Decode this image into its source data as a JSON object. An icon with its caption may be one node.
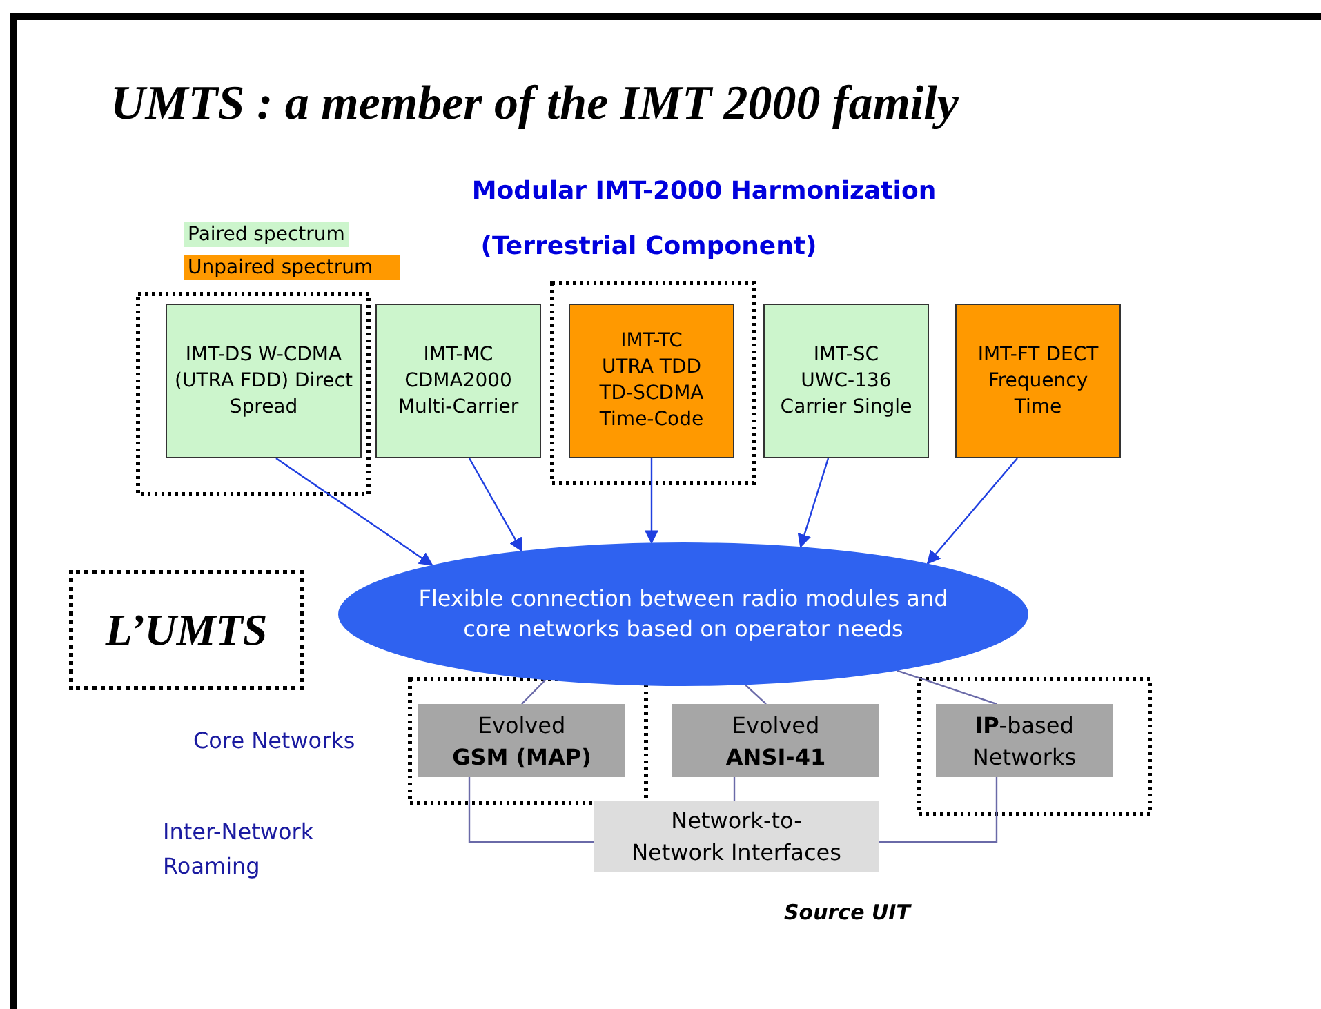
{
  "diagram": {
    "title": "UMTS : a member of the IMT 2000 family",
    "nodes": [
      {
        "text": [
          "IMT-DS W-CDMA (UTRA FDD) Direct Spread"
        ]
      },
      {
        "text": [
          "IMT-MC CDMA2000 Multi-Carrier"
        ]
      },
      {
        "text": [
          "IMT-TC UTRA TDD TD-SCDMA Time-Code"
        ]
      },
      {
        "text": [
          "IMT-SC UWC-136 Carrier Single"
        ]
      },
      {
        "text": [
          "IMT-FT DECT Frequency Time"
        ]
      },
      {
        "text": [
          "L’UMTS"
        ]
      },
      {
        "text": [
          "Flexible connection between radio modules and core networks based on operator needs"
        ]
      },
      {
        "text": [
          "Evolved **GSM (MAP)**"
        ]
      },
      {
        "text": [
          "Evolved **ANSI-41**"
        ]
      },
      {
        "text": [
          "**IP**-based Networks"
        ]
      },
      {
        "text": [
          "Network-to-Network Interfaces"
        ]
      }
    ],
    "edges": [
      {
        "from": 0,
        "to": 6,
        "arrow": "to"
      },
      {
        "from": 1,
        "to": 6,
        "arrow": "to"
      },
      {
        "from": 2,
        "to": 6,
        "arrow": "to"
      },
      {
        "from": 3,
        "to": 6,
        "arrow": "to"
      },
      {
        "from": 4,
        "to": 6,
        "arrow": "to"
      },
      {
        "from": 6,
        "to": 7,
        "arrow": "none"
      },
      {
        "from": 6,
        "to": 8,
        "arrow": "none"
      },
      {
        "from": 6,
        "to": 9,
        "arrow": "none"
      },
      {
        "from": 7,
        "to": 10,
        "arrow": "none"
      },
      {
        "from": 8,
        "to": 10,
        "arrow": "none"
      },
      {
        "from": 9,
        "to": 10,
        "arrow": "none"
      }
    ],
    "labels": [
      "Modular IMT-2000 Harmonization",
      "(Terrestrial Component)",
      "Core Networks",
      "Inter-Network Roaming",
      "Source UIT"
    ],
    "legend": [
      {
        "text": "Paired spectrum",
        "color": "#ccf5cc"
      },
      {
        "text": "Unpaired spectrum",
        "color": "#ff9900"
      }
    ]
  }
}
